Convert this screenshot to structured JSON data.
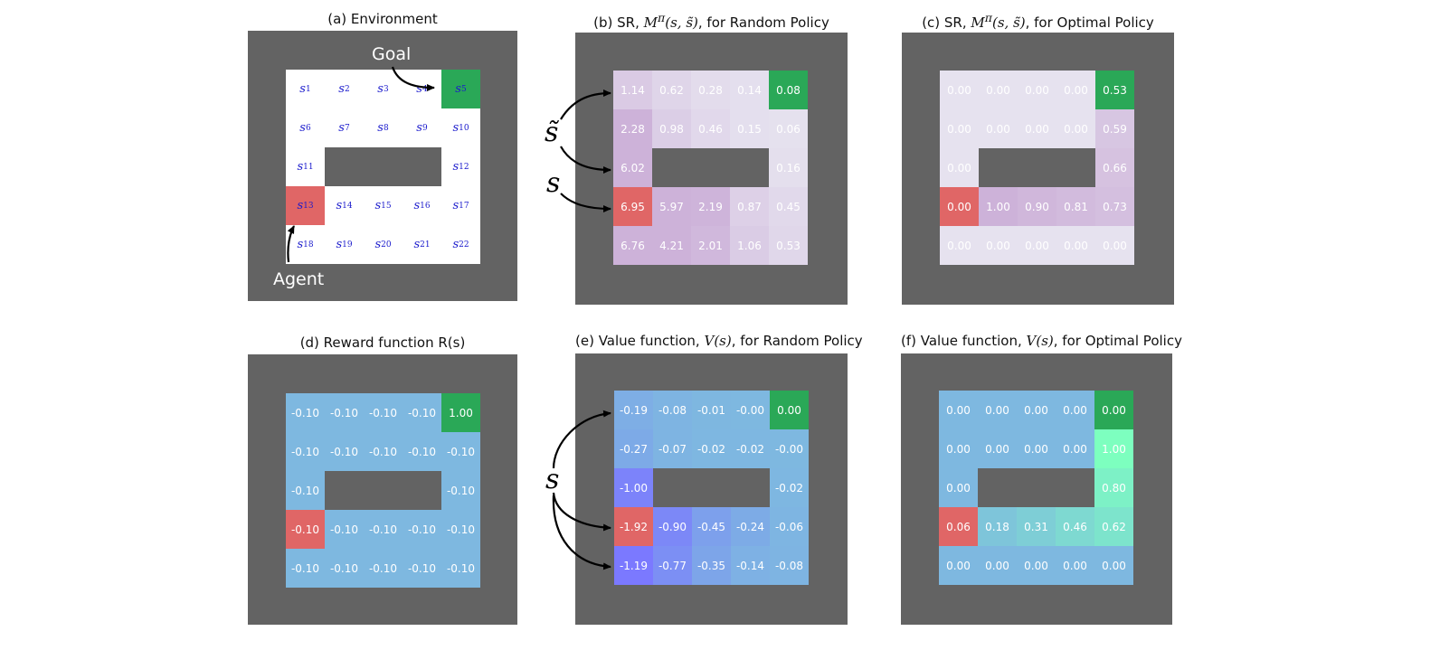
{
  "panels": {
    "a": {
      "title": "(a) Environment"
    },
    "b": {
      "title_prefix": "(b) SR, ",
      "title_math": "M",
      "title_sup": "π",
      "title_args": "(s, s̃)",
      "title_suffix": ", for Random Policy"
    },
    "c": {
      "title_prefix": "(c) SR, ",
      "title_math": "M",
      "title_sup": "π",
      "title_args": "(s, s̃)",
      "title_suffix": ", for Optimal Policy"
    },
    "d": {
      "title": "(d) Reward function R(s)"
    },
    "e": {
      "title_prefix": "(e) Value function, ",
      "title_math": "V(s)",
      "title_suffix": ", for Random Policy"
    },
    "f": {
      "title_prefix": "(f) Value function, ",
      "title_math": "V(s)",
      "title_suffix": ", for Optimal Policy"
    }
  },
  "annotations": {
    "goal": "Goal",
    "agent": "Agent",
    "s_tilde": "s̃",
    "s": "s",
    "s_e": "s"
  },
  "colors": {
    "frame": "#636363",
    "goal": "#2aa857",
    "agent": "#e06666",
    "reward_cell": "#7eb8e0",
    "state_label": "#1a1acc"
  },
  "env_labels": [
    [
      "1",
      "2",
      "3",
      "4",
      "5"
    ],
    [
      "6",
      "7",
      "8",
      "9",
      "10"
    ],
    [
      "11",
      "",
      "",
      "",
      "12"
    ],
    [
      "13",
      "14",
      "15",
      "16",
      "17"
    ],
    [
      "18",
      "19",
      "20",
      "21",
      "22"
    ]
  ],
  "sr_random": [
    [
      "1.14",
      "0.62",
      "0.28",
      "0.14",
      "0.08"
    ],
    [
      "2.28",
      "0.98",
      "0.46",
      "0.15",
      "0.06"
    ],
    [
      "6.02",
      "",
      "",
      "",
      "0.16"
    ],
    [
      "6.95",
      "5.97",
      "2.19",
      "0.87",
      "0.45"
    ],
    [
      "6.76",
      "4.21",
      "2.01",
      "1.06",
      "0.53"
    ]
  ],
  "sr_optimal": [
    [
      "0.00",
      "0.00",
      "0.00",
      "0.00",
      "0.53"
    ],
    [
      "0.00",
      "0.00",
      "0.00",
      "0.00",
      "0.59"
    ],
    [
      "0.00",
      "",
      "",
      "",
      "0.66"
    ],
    [
      "0.00",
      "1.00",
      "0.90",
      "0.81",
      "0.73"
    ],
    [
      "0.00",
      "0.00",
      "0.00",
      "0.00",
      "0.00"
    ]
  ],
  "reward": [
    [
      "-0.10",
      "-0.10",
      "-0.10",
      "-0.10",
      "1.00"
    ],
    [
      "-0.10",
      "-0.10",
      "-0.10",
      "-0.10",
      "-0.10"
    ],
    [
      "-0.10",
      "",
      "",
      "",
      "-0.10"
    ],
    [
      "-0.10",
      "-0.10",
      "-0.10",
      "-0.10",
      "-0.10"
    ],
    [
      "-0.10",
      "-0.10",
      "-0.10",
      "-0.10",
      "-0.10"
    ]
  ],
  "value_random": [
    [
      "-0.19",
      "-0.08",
      "-0.01",
      "-0.00",
      "0.00"
    ],
    [
      "-0.27",
      "-0.07",
      "-0.02",
      "-0.02",
      "-0.00"
    ],
    [
      "-1.00",
      "",
      "",
      "",
      "-0.02"
    ],
    [
      "-1.92",
      "-0.90",
      "-0.45",
      "-0.24",
      "-0.06"
    ],
    [
      "-1.19",
      "-0.77",
      "-0.35",
      "-0.14",
      "-0.08"
    ]
  ],
  "value_optimal": [
    [
      "0.00",
      "0.00",
      "0.00",
      "0.00",
      "0.00"
    ],
    [
      "0.00",
      "0.00",
      "0.00",
      "0.00",
      "1.00"
    ],
    [
      "0.00",
      "",
      "",
      "",
      "0.80"
    ],
    [
      "0.06",
      "0.18",
      "0.31",
      "0.46",
      "0.62"
    ],
    [
      "0.00",
      "0.00",
      "0.00",
      "0.00",
      "0.00"
    ]
  ]
}
